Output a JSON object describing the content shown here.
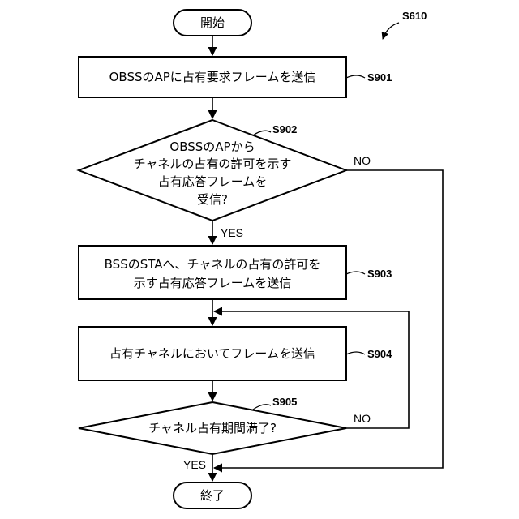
{
  "figure_label": "S610",
  "start": {
    "text": "開始"
  },
  "end": {
    "text": "終了"
  },
  "s901": {
    "label": "S901",
    "text": "OBSSのAPに占有要求フレームを送信"
  },
  "s902": {
    "label": "S902",
    "lines": [
      "OBSSのAPから",
      "チャネルの占有の許可を示す",
      "占有応答フレームを",
      "受信?"
    ]
  },
  "s903": {
    "label": "S903",
    "lines": [
      "BSSのSTAへ、チャネルの占有の許可を",
      "示す占有応答フレームを送信"
    ]
  },
  "s904": {
    "label": "S904",
    "text": "占有チャネルにおいてフレームを送信"
  },
  "s905": {
    "label": "S905",
    "text": "チャネル占有期間満了?"
  },
  "branches": {
    "s902_no": "NO",
    "s902_yes": "YES",
    "s905_no": "NO",
    "s905_yes": "YES"
  }
}
